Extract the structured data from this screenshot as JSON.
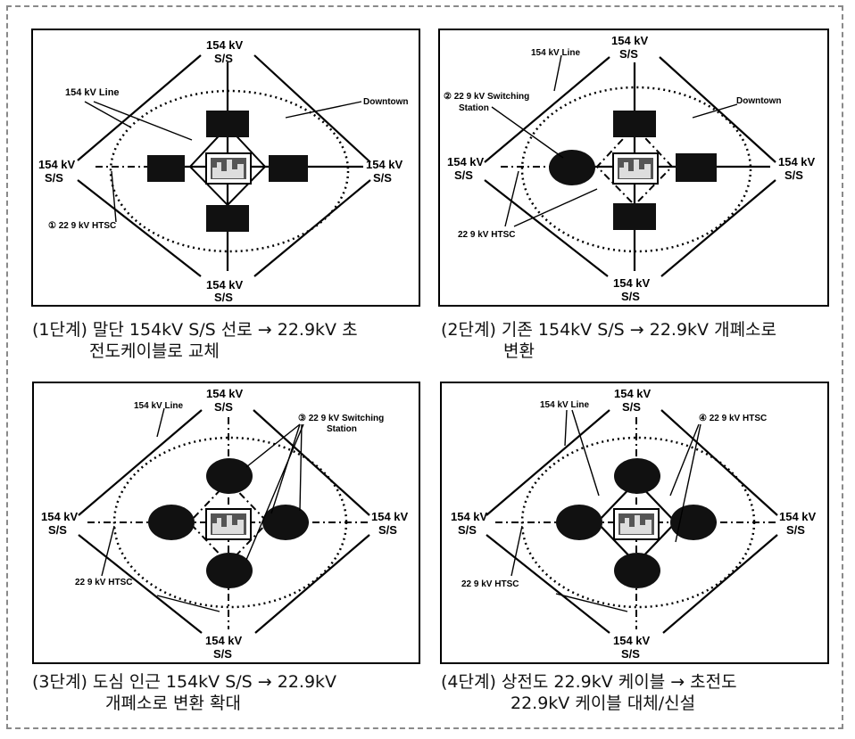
{
  "labels": {
    "ss_line1": "154 kV",
    "ss_line2": "S/S",
    "line154": "154 kV Line",
    "downtown": "Downtown",
    "htsc_1": "① 22 9 kV HTSC",
    "htsc": "22 9 kV HTSC",
    "switching_2_l1": "② 22 9 kV Switching",
    "switching_2_l2": "Station",
    "switching_3_l1": "③ 22 9 kV Switching",
    "switching_3_l2": "Station",
    "htsc_4": "④ 22 9 kV HTSC"
  },
  "captions": [
    {
      "line1": "(1단계) 말단 154kV S/S 선로 → 22.9kV 초",
      "line2": "전도케이블로 교체"
    },
    {
      "line1": "(2단계) 기존 154kV S/S → 22.9kV 개폐소로",
      "line2": "변환"
    },
    {
      "line1": "(3단계) 도심 인근 154kV S/S → 22.9kV",
      "line2": "개폐소로 변환 확대"
    },
    {
      "line1": "(4단계) 상전도 22.9kV 케이블 → 초전도",
      "line2": "22.9kV 케이블 대체/신설"
    }
  ]
}
